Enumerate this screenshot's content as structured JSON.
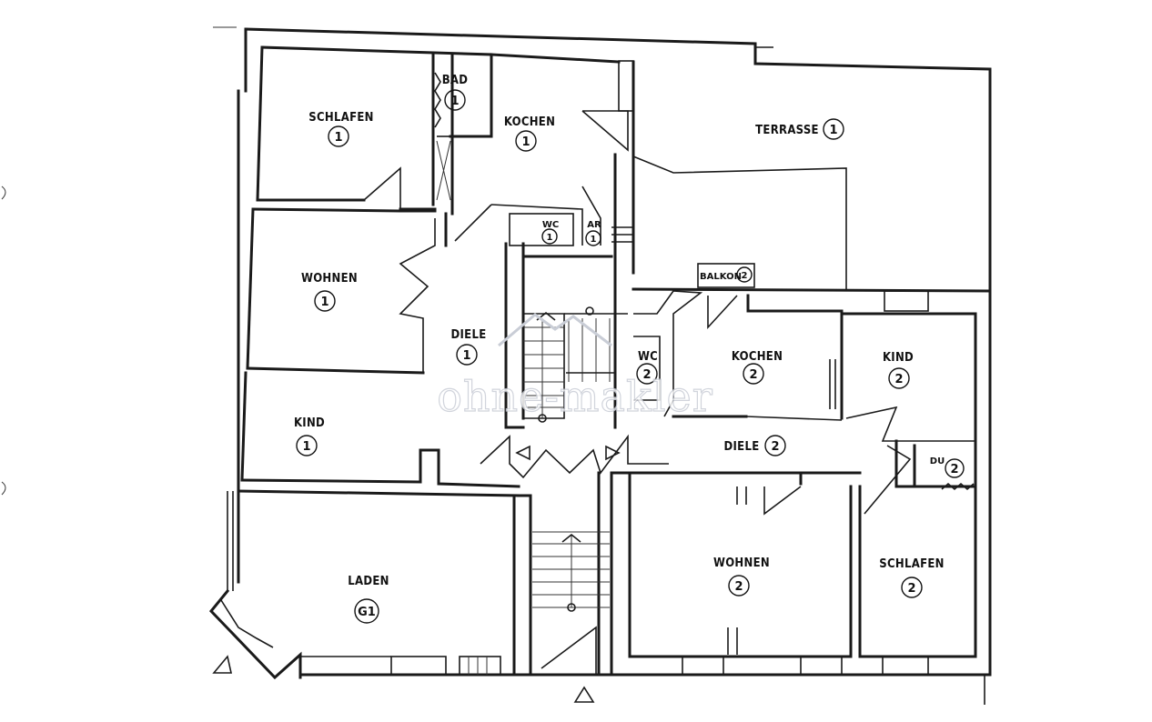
{
  "rooms": [
    {
      "id": "schlafen-1",
      "label": "SCHLAFEN",
      "num": "1"
    },
    {
      "id": "bad-1",
      "label": "BAD",
      "num": "1"
    },
    {
      "id": "kochen-1",
      "label": "KOCHEN",
      "num": "1"
    },
    {
      "id": "terrasse-1",
      "label": "TERRASSE",
      "num": "1"
    },
    {
      "id": "wohnen-1",
      "label": "WOHNEN",
      "num": "1"
    },
    {
      "id": "wc-1",
      "label": "WC",
      "num": "1"
    },
    {
      "id": "ar-1",
      "label": "AR",
      "num": "1"
    },
    {
      "id": "balkon-2",
      "label": "BALKON",
      "num": "2"
    },
    {
      "id": "diele-1",
      "label": "DIELE",
      "num": "1"
    },
    {
      "id": "wc-2",
      "label": "WC",
      "num": "2"
    },
    {
      "id": "kochen-2",
      "label": "KOCHEN",
      "num": "2"
    },
    {
      "id": "kind-2",
      "label": "KIND",
      "num": "2"
    },
    {
      "id": "kind-1",
      "label": "KIND",
      "num": "1"
    },
    {
      "id": "diele-2",
      "label": "DIELE",
      "num": "2"
    },
    {
      "id": "du-2",
      "label": "DU",
      "num": "2"
    },
    {
      "id": "laden-g1",
      "label": "LADEN",
      "num": "G1"
    },
    {
      "id": "wohnen-2",
      "label": "WOHNEN",
      "num": "2"
    },
    {
      "id": "schlafen-2",
      "label": "SCHLAFEN",
      "num": "2"
    }
  ],
  "watermark": "ohne-makler"
}
